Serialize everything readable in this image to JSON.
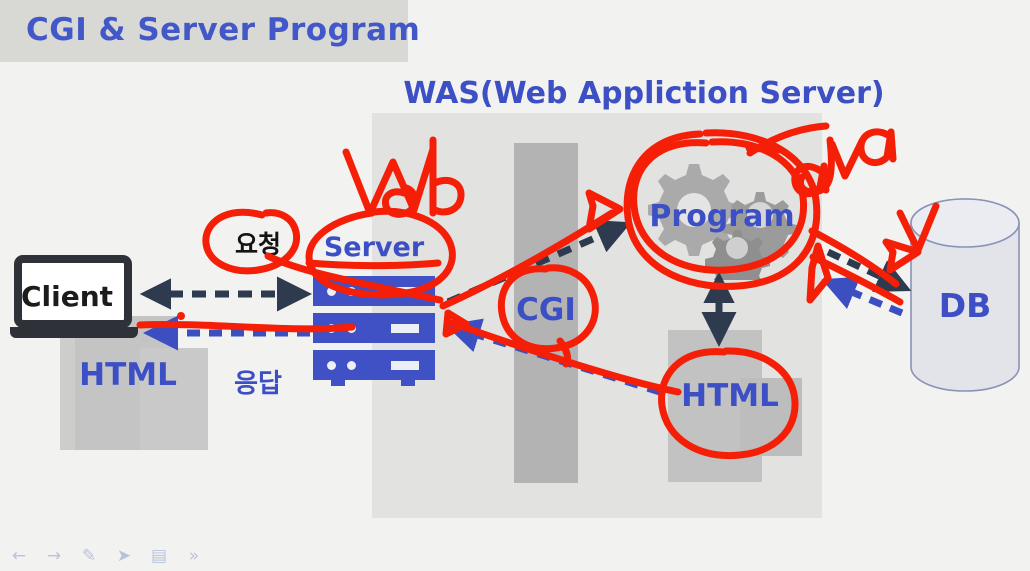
{
  "slide": {
    "title": "CGI & Server Program",
    "was_heading": "WAS(Web Appliction Server)"
  },
  "diagram": {
    "client": {
      "label": "Client",
      "html_label": "HTML"
    },
    "server": {
      "label": "Server",
      "request_label": "요청",
      "response_label": "응답"
    },
    "was": {
      "cgi_label": "CGI",
      "program_label": "Program",
      "html_label": "HTML"
    },
    "database": {
      "label": "DB"
    }
  },
  "annotations": {
    "web": "Web",
    "java": "Java",
    "ink_color": "#f41f06"
  },
  "colors": {
    "title_blue": "#4257c8",
    "label_blue": "#3c4fc4",
    "server_blue": "#3f51c4",
    "arrow_dark": "#2e3a4e",
    "arrow_blue": "#3b4fc0",
    "banner_gray": "#d8d8d4",
    "was_box_gray": "#e2e2e0",
    "column_gray": "#b3b3b3"
  },
  "toolbar": {
    "items": [
      {
        "name": "prev-slide",
        "glyph": "←"
      },
      {
        "name": "next-slide",
        "glyph": "→"
      },
      {
        "name": "pen-tool",
        "glyph": "✎"
      },
      {
        "name": "pointer-tool",
        "glyph": "➤"
      },
      {
        "name": "slide-view",
        "glyph": "▤"
      },
      {
        "name": "more-options",
        "glyph": "»"
      }
    ]
  }
}
